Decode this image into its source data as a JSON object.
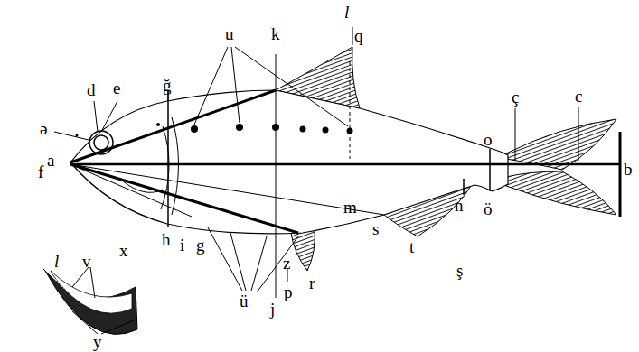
{
  "diagram": {
    "labels": [
      "u",
      "k",
      "l",
      "q",
      "d",
      "e",
      "ğ",
      "ə",
      "ç",
      "c",
      "a",
      "f",
      "m",
      "n",
      "o",
      "b",
      "ö",
      "l",
      "v",
      "x",
      "h",
      "ş",
      "z",
      "i",
      "g",
      "s",
      "t",
      "ü",
      "p",
      "r",
      "j",
      "y"
    ]
  }
}
